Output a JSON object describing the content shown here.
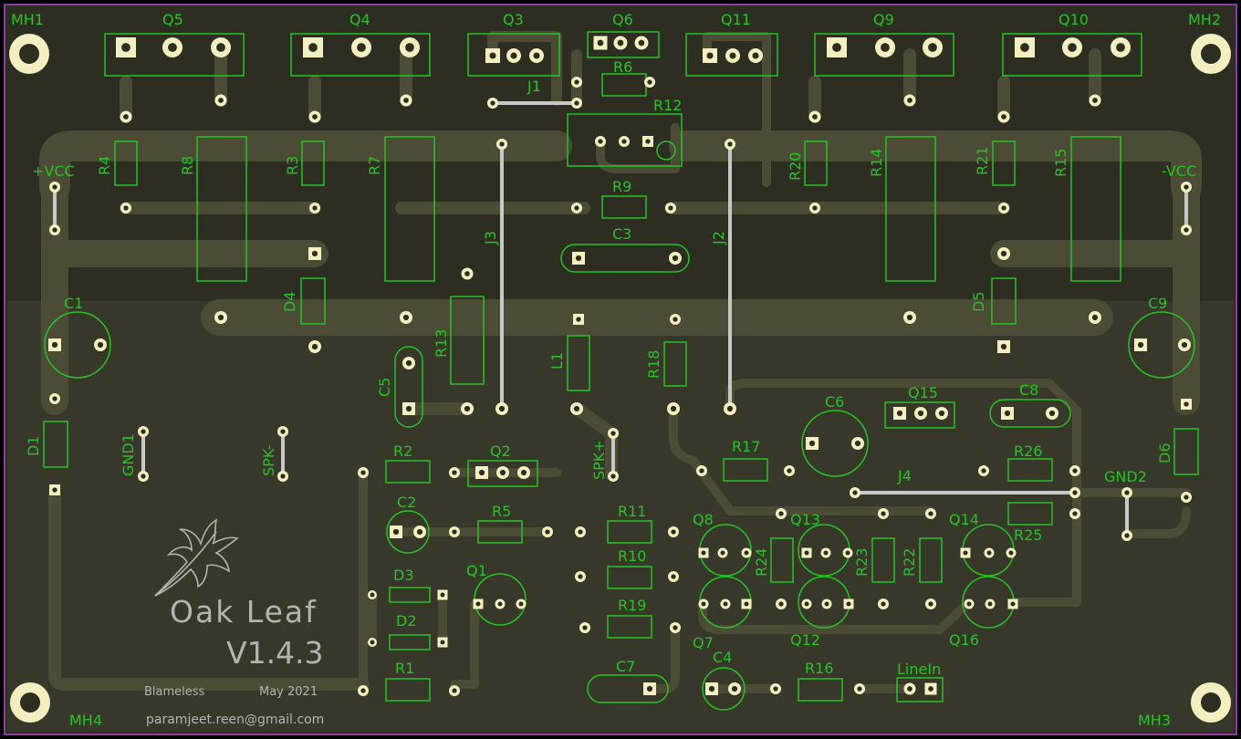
{
  "colors": {
    "board": "#2d2d22",
    "copper": "#4b4b36",
    "pad": "#f3efc0",
    "hole": "#2d2d22",
    "silk": "#25c425",
    "mark": "#ffffff",
    "title": "#b3b3b3",
    "jumper": "#c8c8c8",
    "outline": "#8a3da0"
  },
  "silk_labels": {
    "MH1": "MH1",
    "MH2": "MH2",
    "MH3": "MH3",
    "MH4": "MH4",
    "Q5": "Q5",
    "Q4": "Q4",
    "Q3": "Q3",
    "Q6": "Q6",
    "Q11": "Q11",
    "Q9": "Q9",
    "Q10": "Q10",
    "R6": "R6",
    "R12": "R12",
    "J1": "J1",
    "J2": "J2",
    "J3": "J3",
    "J4": "J4",
    "VCC_P": "+VCC",
    "VCC_N": "-VCC",
    "R4": "R4",
    "R8": "R8",
    "R3": "R3",
    "R7": "R7",
    "R9": "R9",
    "C3": "C3",
    "R20": "R20",
    "R14": "R14",
    "R21": "R21",
    "R15": "R15",
    "D4": "D4",
    "D5": "D5",
    "C1": "C1",
    "C9": "C9",
    "R13": "R13",
    "L1": "L1",
    "R18": "R18",
    "C5": "C5",
    "C6": "C6",
    "Q15": "Q15",
    "C8": "C8",
    "D1": "D1",
    "D6": "D6",
    "GND1": "GND1",
    "SPK_N": "SPK-",
    "SPK_P": "SPK+",
    "R2": "R2",
    "Q2": "Q2",
    "R17": "R17",
    "R26": "R26",
    "GND2": "GND2",
    "C2": "C2",
    "R5": "R5",
    "R11": "R11",
    "Q8": "Q8",
    "Q13": "Q13",
    "Q14": "Q14",
    "R25": "R25",
    "R24": "R24",
    "R23": "R23",
    "R22": "R22",
    "D3": "D3",
    "Q1": "Q1",
    "R10": "R10",
    "D2": "D2",
    "R19": "R19",
    "Q12": "Q12",
    "Q16": "Q16",
    "Q7": "Q7",
    "C4": "C4",
    "R1": "R1",
    "C7": "C7",
    "R16": "R16",
    "LineIn": "LineIn"
  },
  "title_block": {
    "name": "Oak Leaf",
    "version": "V1.4.3",
    "design": "Blameless",
    "date": "May  2021",
    "email": "paramjeet.reen@gmail.com"
  },
  "icons": {
    "logo": "oak-leaf-icon",
    "mounting_hole": "mounting-hole-icon"
  }
}
